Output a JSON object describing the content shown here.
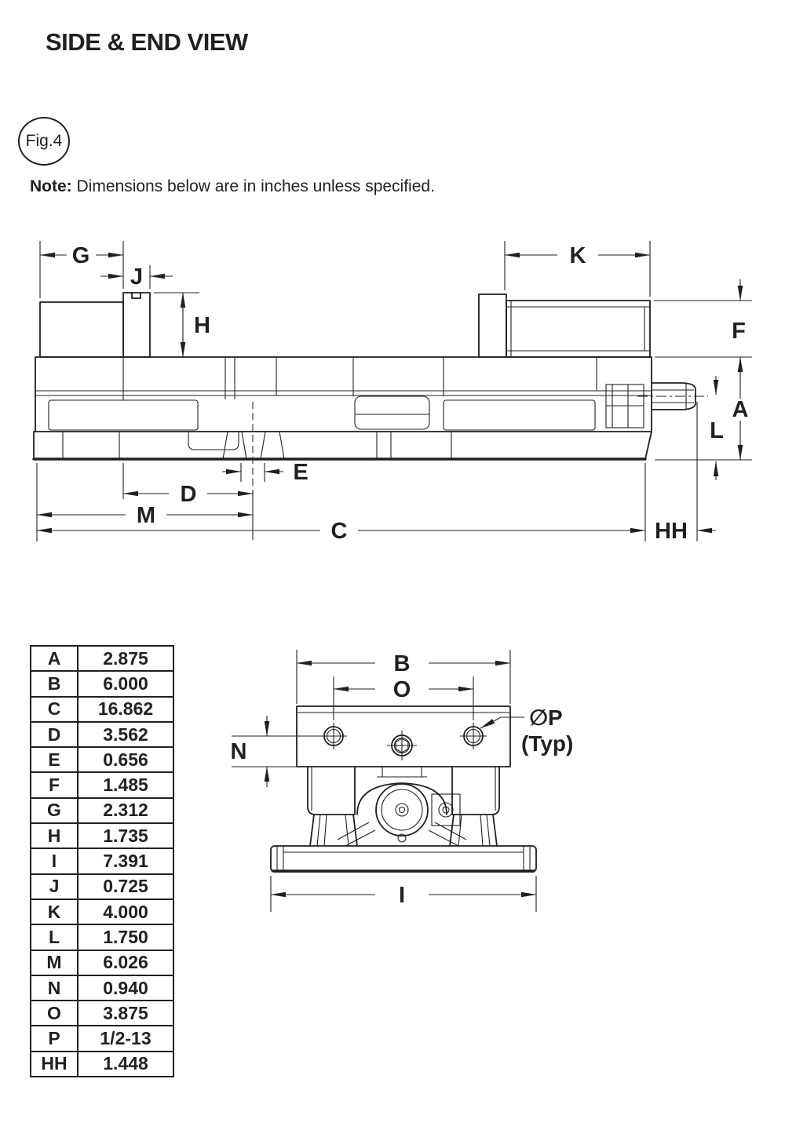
{
  "header": {
    "title": "SIDE & END VIEW",
    "figure_label": "Fig.4"
  },
  "note": {
    "bold_prefix": "Note:",
    "text": " Dimensions below are in inches unless specified."
  },
  "side_view": {
    "labels": {
      "G": "G",
      "J": "J",
      "H": "H",
      "K": "K",
      "F": "F",
      "A": "A",
      "L": "L",
      "E": "E",
      "D": "D",
      "M": "M",
      "C": "C",
      "HH": "HH"
    }
  },
  "end_view": {
    "labels": {
      "B": "B",
      "O": "O",
      "N": "N",
      "I": "I",
      "P": "∅P",
      "P_typ": "(Typ)"
    }
  },
  "table": {
    "rows": [
      {
        "letter": "A",
        "value": "2.875"
      },
      {
        "letter": "B",
        "value": "6.000"
      },
      {
        "letter": "C",
        "value": "16.862"
      },
      {
        "letter": "D",
        "value": "3.562"
      },
      {
        "letter": "E",
        "value": "0.656"
      },
      {
        "letter": "F",
        "value": "1.485"
      },
      {
        "letter": "G",
        "value": "2.312"
      },
      {
        "letter": "H",
        "value": "1.735"
      },
      {
        "letter": "I",
        "value": "7.391"
      },
      {
        "letter": "J",
        "value": "0.725"
      },
      {
        "letter": "K",
        "value": "4.000"
      },
      {
        "letter": "L",
        "value": "1.750"
      },
      {
        "letter": "M",
        "value": "6.026"
      },
      {
        "letter": "N",
        "value": "0.940"
      },
      {
        "letter": "O",
        "value": "3.875"
      },
      {
        "letter": "P",
        "value": "1/2-13"
      },
      {
        "letter": "HH",
        "value": "1.448"
      }
    ]
  },
  "colors": {
    "ink": "#231f20"
  }
}
